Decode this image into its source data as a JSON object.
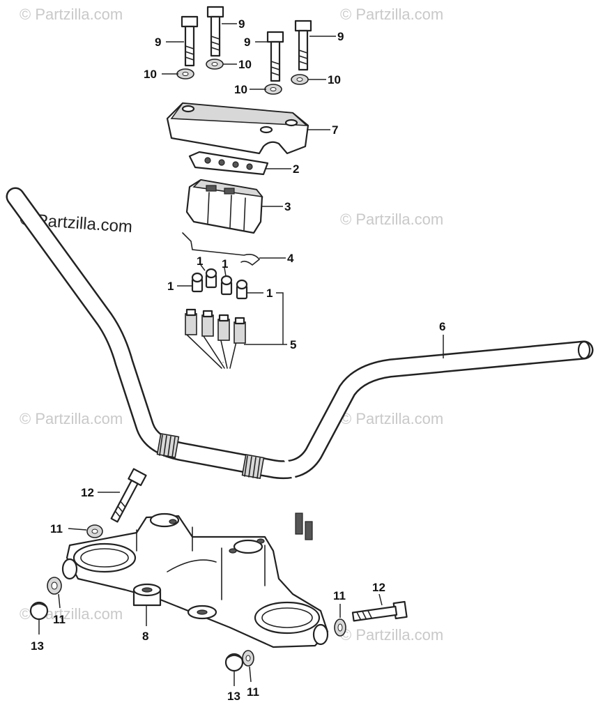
{
  "watermark": {
    "text": "© Partzilla.com",
    "featured_text": "© Partzilla.com"
  },
  "callouts": {
    "p1": "1",
    "p2": "2",
    "p3": "3",
    "p4": "4",
    "p5": "5",
    "p6": "6",
    "p7": "7",
    "p8": "8",
    "p9": "9",
    "p10": "10",
    "p11": "11",
    "p12": "12",
    "p13": "13"
  }
}
